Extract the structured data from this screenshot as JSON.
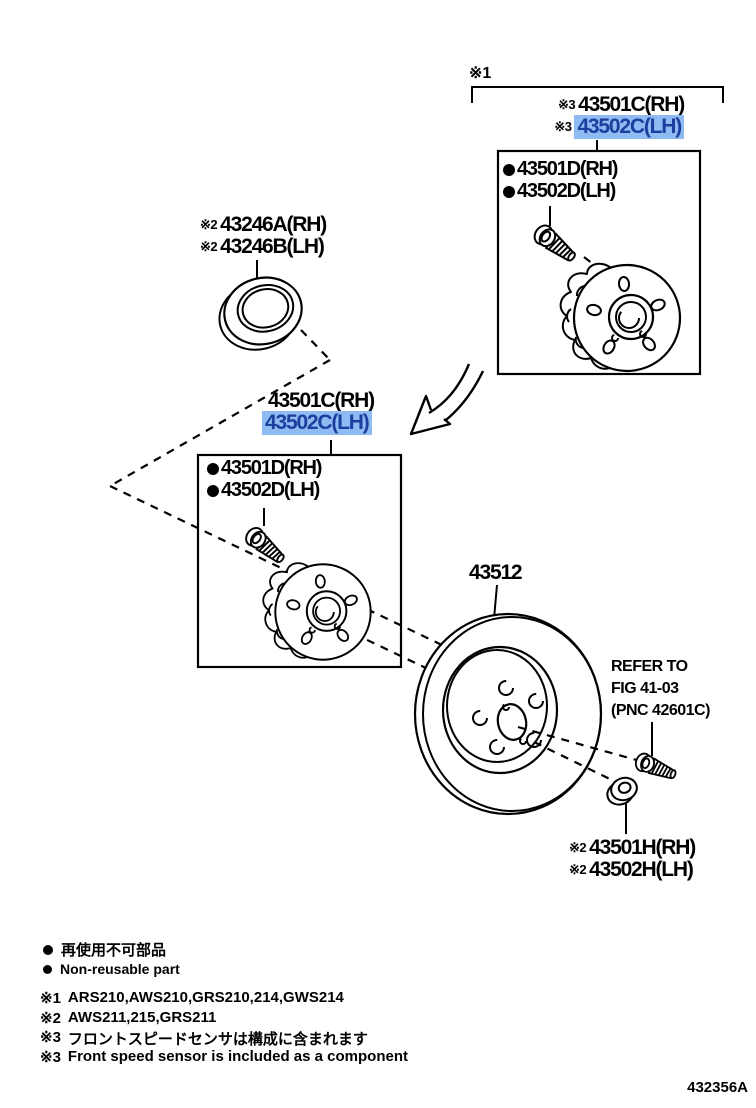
{
  "colors": {
    "highlight_bg": "#8EBBF1",
    "highlight_text": "#1D3D9F",
    "line": "#000000"
  },
  "group_bracket": {
    "mark": "※1"
  },
  "top_labels": [
    {
      "mark": "※3",
      "part": "43501C(RH)",
      "highlighted": false
    },
    {
      "mark": "※3",
      "part": "43502C(LH)",
      "highlighted": true
    }
  ],
  "box1": {
    "items": [
      {
        "part": "43501D(RH)"
      },
      {
        "part": "43502D(LH)"
      }
    ]
  },
  "seal_labels": [
    {
      "mark": "※2",
      "part": "43246A(RH)"
    },
    {
      "mark": "※2",
      "part": "43246B(LH)"
    }
  ],
  "mid_labels": [
    {
      "part": "43501C(RH)",
      "highlighted": false
    },
    {
      "part": "43502C(LH)",
      "highlighted": true
    }
  ],
  "box2": {
    "items": [
      {
        "part": "43501D(RH)"
      },
      {
        "part": "43502D(LH)"
      }
    ]
  },
  "disc_label": {
    "part": "43512"
  },
  "refer_note": {
    "line1": "REFER TO",
    "line2": "FIG 41-03",
    "line3": "(PNC 42601C)"
  },
  "nut_labels": [
    {
      "mark": "※2",
      "part": "43501H(RH)"
    },
    {
      "mark": "※2",
      "part": "43502H(LH)"
    }
  ],
  "legend": {
    "jp": "再使用不可部品",
    "en": "Non-reusable part"
  },
  "notes": [
    {
      "mark": "※1",
      "text": "ARS210,AWS210,GRS210,214,GWS214"
    },
    {
      "mark": "※2",
      "text": "AWS211,215,GRS211"
    },
    {
      "mark": "※3",
      "text": "フロントスピードセンサは構成に含まれます"
    },
    {
      "mark": "※3",
      "text": "Front speed sensor is included as a component"
    }
  ],
  "footer_code": "432356A"
}
